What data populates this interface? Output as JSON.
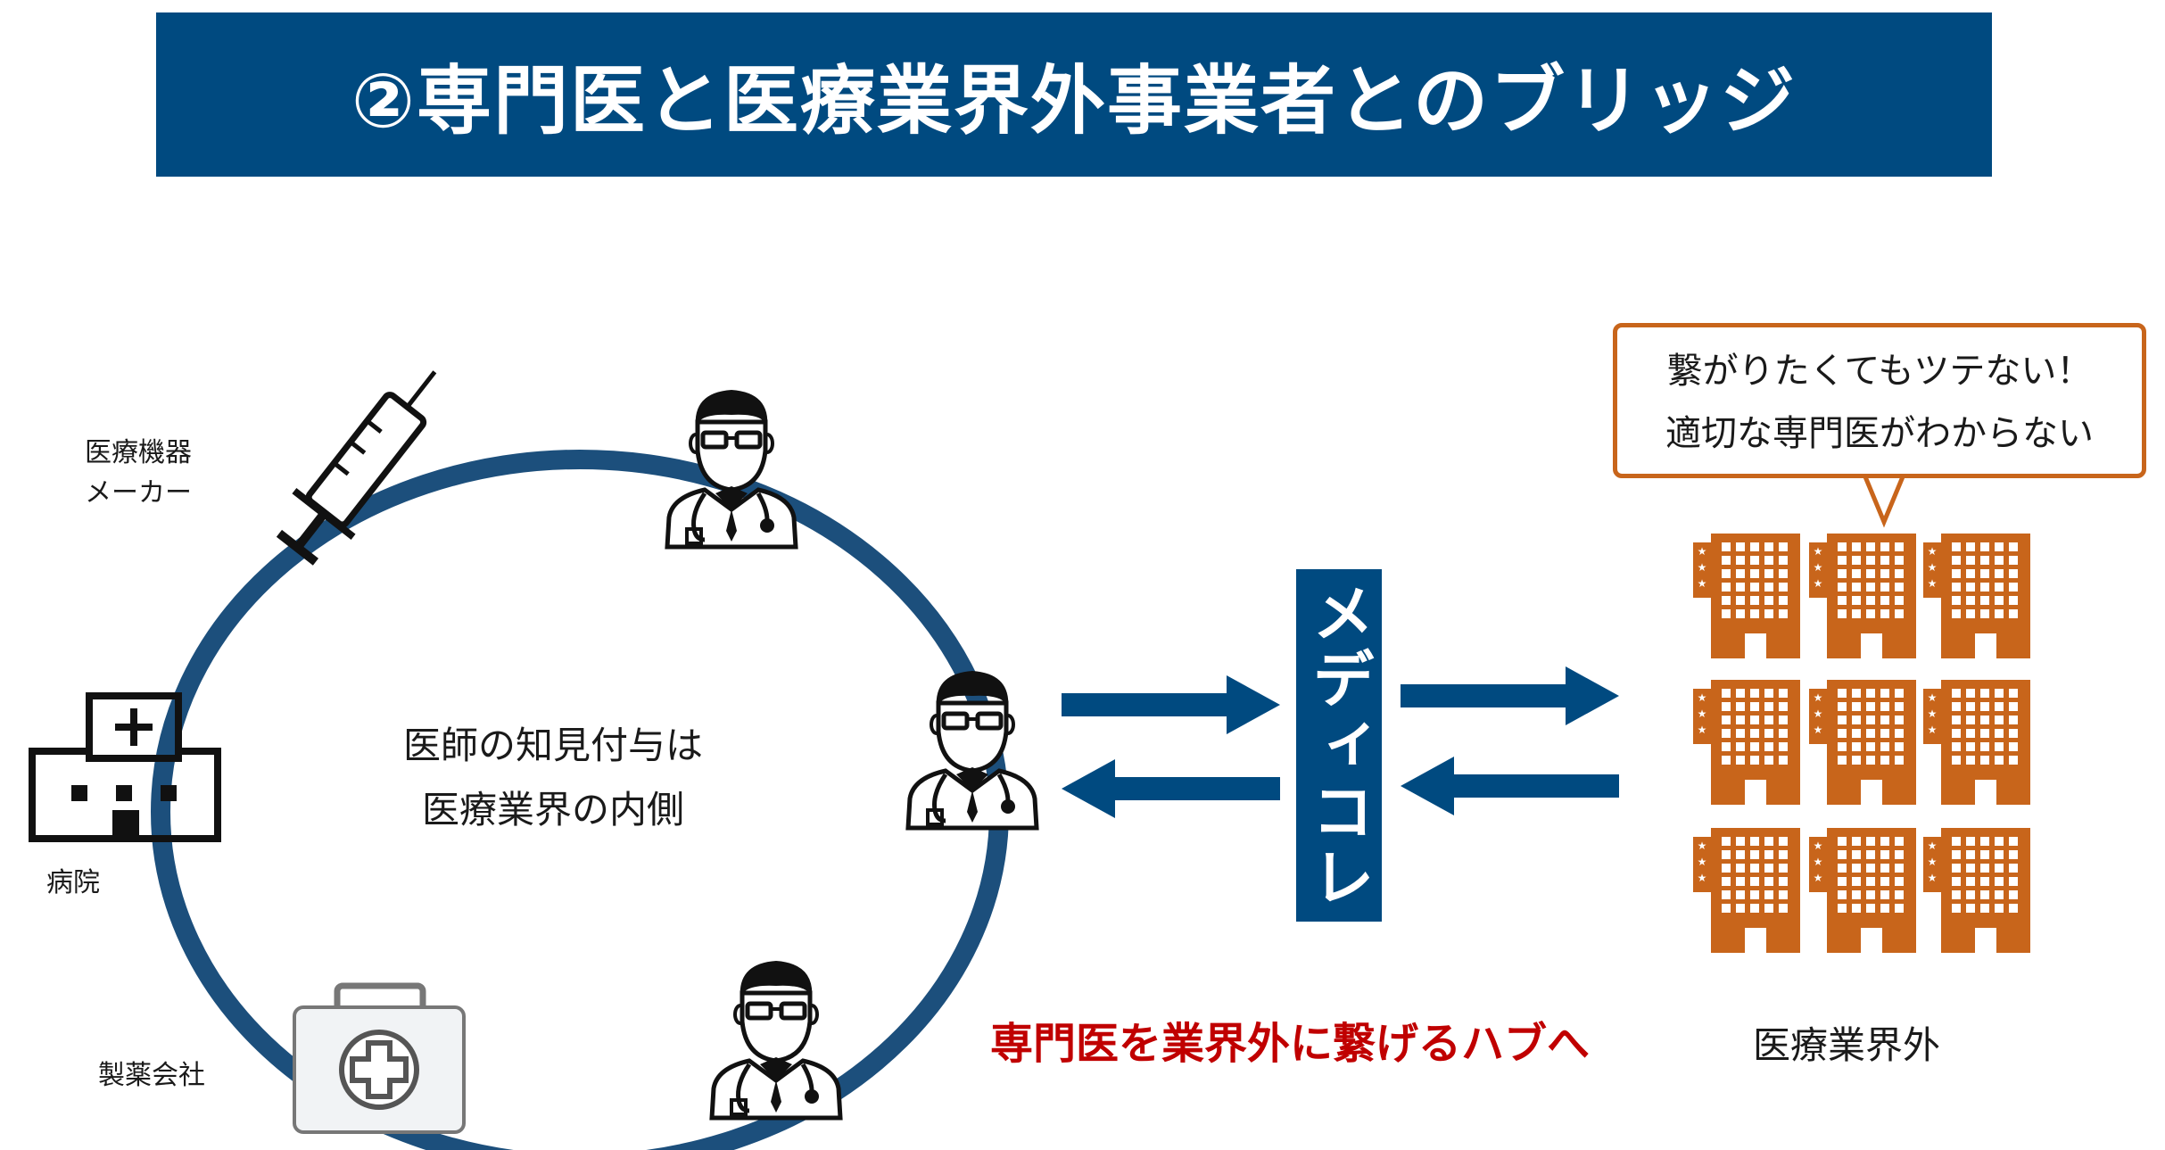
{
  "title": "②専門医と医療業界外事業者とのブリッジ",
  "labels": {
    "device_maker_line1": "医療機器",
    "device_maker_line2": "メーカー",
    "hospital": "病院",
    "pharma": "製薬会社"
  },
  "center": {
    "line1": "医師の知見付与は",
    "line2": "医療業界の内側"
  },
  "hub_name": "メディコレ",
  "hub_message": "専門医を業界外に繋げるハブへ",
  "outside_label": "医療業界外",
  "bubble": {
    "line1": "繋がりたくてもツテない！",
    "line2": "適切な専門医がわからない"
  },
  "colors": {
    "navy": "#004a80",
    "ring": "#1c4f7c",
    "building": "#c8651b",
    "red": "#c00000"
  },
  "icons": [
    "syringe-icon",
    "doctor-icon",
    "hospital-icon",
    "medical-kit-icon",
    "office-building-icon",
    "arrow-right-icon",
    "arrow-left-icon"
  ]
}
